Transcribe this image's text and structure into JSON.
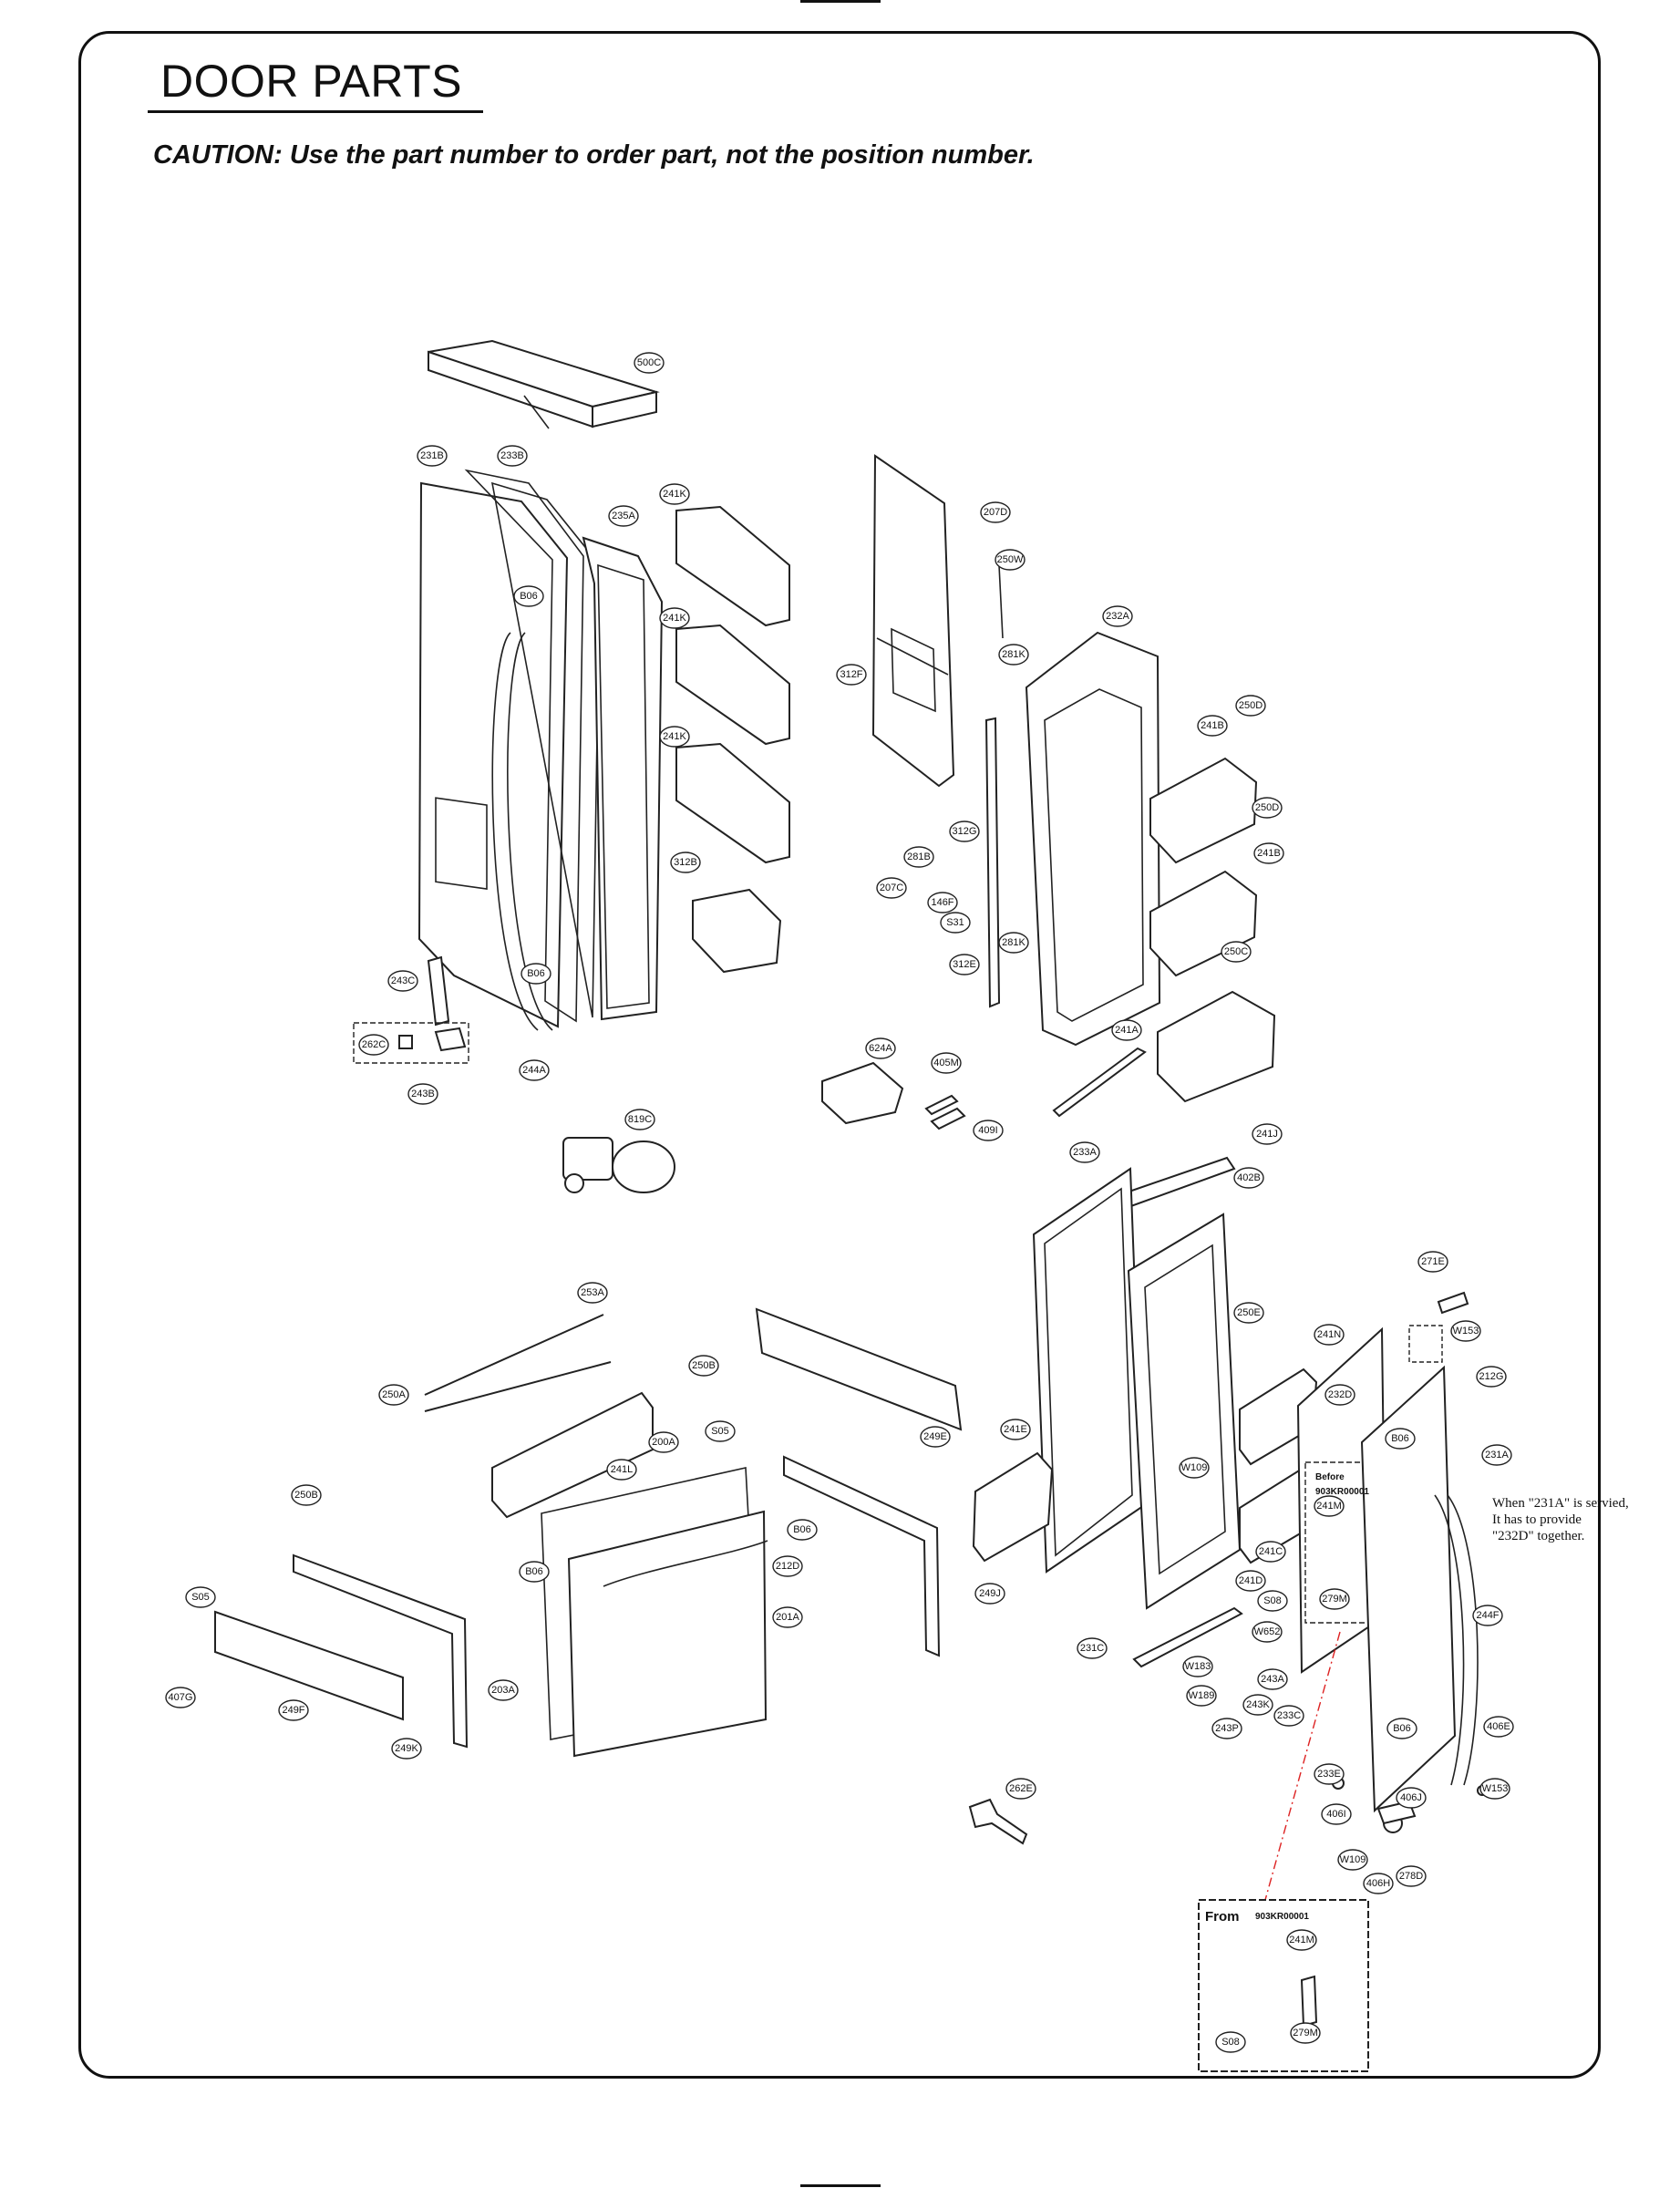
{
  "title": "DOOR PARTS",
  "caution": "CAUTION: Use the part number to order part, not the position number.",
  "note": "When \"231A\" is servied,\nIt has to provide\n\"232D\" together.",
  "before_box": {
    "label": "Before",
    "model": "903KR00001"
  },
  "from_box": {
    "label": "From",
    "model": "903KR00001"
  },
  "callouts": [
    {
      "id": "c500C",
      "label": "500C"
    },
    {
      "id": "c231B",
      "label": "231B"
    },
    {
      "id": "c233B",
      "label": "233B"
    },
    {
      "id": "c235A",
      "label": "235A"
    },
    {
      "id": "c241K1",
      "label": "241K"
    },
    {
      "id": "c241K2",
      "label": "241K"
    },
    {
      "id": "c241K3",
      "label": "241K"
    },
    {
      "id": "cB06a",
      "label": "B06"
    },
    {
      "id": "cB06b",
      "label": "B06"
    },
    {
      "id": "c312B",
      "label": "312B"
    },
    {
      "id": "c243C",
      "label": "243C"
    },
    {
      "id": "c262C",
      "label": "262C"
    },
    {
      "id": "c243B",
      "label": "243B"
    },
    {
      "id": "c244A",
      "label": "244A"
    },
    {
      "id": "c207D",
      "label": "207D"
    },
    {
      "id": "c250W",
      "label": "250W"
    },
    {
      "id": "c232A",
      "label": "232A"
    },
    {
      "id": "c281K1",
      "label": "281K"
    },
    {
      "id": "c312F",
      "label": "312F"
    },
    {
      "id": "c250D1",
      "label": "250D"
    },
    {
      "id": "c241B1",
      "label": "241B"
    },
    {
      "id": "c250D2",
      "label": "250D"
    },
    {
      "id": "c241B2",
      "label": "241B"
    },
    {
      "id": "c312G",
      "label": "312G"
    },
    {
      "id": "c281B",
      "label": "281B"
    },
    {
      "id": "c207C",
      "label": "207C"
    },
    {
      "id": "c146F",
      "label": "146F"
    },
    {
      "id": "cS31",
      "label": "S31"
    },
    {
      "id": "c281K2",
      "label": "281K"
    },
    {
      "id": "c312E",
      "label": "312E"
    },
    {
      "id": "c250C",
      "label": "250C"
    },
    {
      "id": "c241A",
      "label": "241A"
    },
    {
      "id": "c624A",
      "label": "624A"
    },
    {
      "id": "c405M",
      "label": "405M"
    },
    {
      "id": "c409I",
      "label": "409I"
    },
    {
      "id": "c819C",
      "label": "819C"
    },
    {
      "id": "c241J",
      "label": "241J"
    },
    {
      "id": "c233A",
      "label": "233A"
    },
    {
      "id": "c402B",
      "label": "402B"
    },
    {
      "id": "c271E",
      "label": "271E"
    },
    {
      "id": "cW153a",
      "label": "W153"
    },
    {
      "id": "c253A",
      "label": "253A"
    },
    {
      "id": "c250E",
      "label": "250E"
    },
    {
      "id": "c241N",
      "label": "241N"
    },
    {
      "id": "c212G",
      "label": "212G"
    },
    {
      "id": "c232D",
      "label": "232D"
    },
    {
      "id": "c250B1",
      "label": "250B"
    },
    {
      "id": "c250A",
      "label": "250A"
    },
    {
      "id": "cS05a",
      "label": "S05"
    },
    {
      "id": "c249E",
      "label": "249E"
    },
    {
      "id": "c241E",
      "label": "241E"
    },
    {
      "id": "cB06c",
      "label": "B06"
    },
    {
      "id": "c231A",
      "label": "231A"
    },
    {
      "id": "c200A",
      "label": "200A"
    },
    {
      "id": "c241L",
      "label": "241L"
    },
    {
      "id": "cW109a",
      "label": "W109"
    },
    {
      "id": "c241M1",
      "label": "241M"
    },
    {
      "id": "c250B2",
      "label": "250B"
    },
    {
      "id": "cB06d",
      "label": "B06"
    },
    {
      "id": "cB06e",
      "label": "B06"
    },
    {
      "id": "c212D",
      "label": "212D"
    },
    {
      "id": "c241C",
      "label": "241C"
    },
    {
      "id": "c241D",
      "label": "241D"
    },
    {
      "id": "cS08a",
      "label": "S08"
    },
    {
      "id": "c279M1",
      "label": "279M"
    },
    {
      "id": "c249J",
      "label": "249J"
    },
    {
      "id": "cS05b",
      "label": "S05"
    },
    {
      "id": "c201A",
      "label": "201A"
    },
    {
      "id": "cW652",
      "label": "W652"
    },
    {
      "id": "c244F",
      "label": "244F"
    },
    {
      "id": "c231C",
      "label": "231C"
    },
    {
      "id": "cW183",
      "label": "W183"
    },
    {
      "id": "c243A",
      "label": "243A"
    },
    {
      "id": "cW189",
      "label": "W189"
    },
    {
      "id": "c243K",
      "label": "243K"
    },
    {
      "id": "c233C",
      "label": "233C"
    },
    {
      "id": "c407G",
      "label": "407G"
    },
    {
      "id": "c249F",
      "label": "249F"
    },
    {
      "id": "c203A",
      "label": "203A"
    },
    {
      "id": "c249K",
      "label": "249K"
    },
    {
      "id": "c243P",
      "label": "243P"
    },
    {
      "id": "cB06f",
      "label": "B06"
    },
    {
      "id": "c406E",
      "label": "406E"
    },
    {
      "id": "c233E",
      "label": "233E"
    },
    {
      "id": "cW153b",
      "label": "W153"
    },
    {
      "id": "c406J",
      "label": "406J"
    },
    {
      "id": "c406I",
      "label": "406I"
    },
    {
      "id": "cW109b",
      "label": "W109"
    },
    {
      "id": "c278D",
      "label": "278D"
    },
    {
      "id": "c406H",
      "label": "406H"
    },
    {
      "id": "c262E",
      "label": "262E"
    },
    {
      "id": "c241M2",
      "label": "241M"
    },
    {
      "id": "cS08b",
      "label": "S08"
    },
    {
      "id": "c279M2",
      "label": "279M"
    }
  ]
}
